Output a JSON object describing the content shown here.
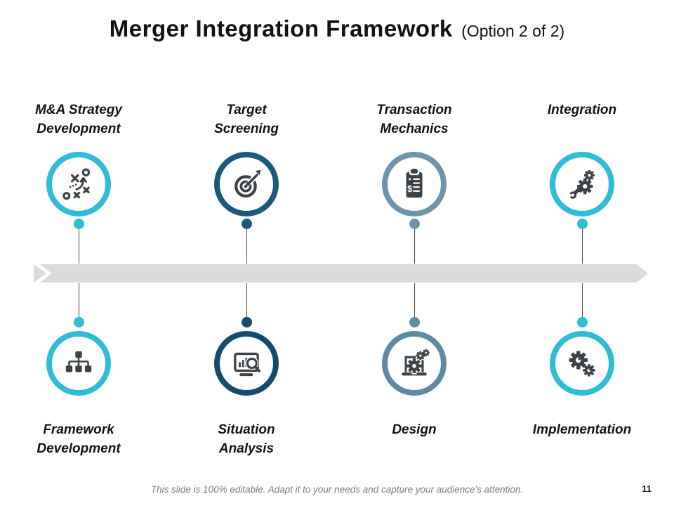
{
  "slide": {
    "title": "Merger Integration Framework",
    "title_suffix": "(Option 2 of 2)",
    "footer_note": "This slide is 100% editable. Adapt it to your needs and capture your audience's attention.",
    "page_number": "11"
  },
  "colors": {
    "cyan": "#2EBCD6",
    "dark_blue": "#1B5A7D",
    "navy": "#154B6E",
    "slate_blue": "#6E94A9",
    "slate_blue_dark": "#5F8AA3",
    "icon_gray": "#3D4247",
    "band_gray": "#DBDBDB",
    "footer_gray": "#7E7E7E",
    "text_black": "#121212"
  },
  "timeline": {
    "shape": "horizontal-arrow-band",
    "direction": "right",
    "band_color": "#DBDBDB"
  },
  "columns": [
    {
      "top_label": "M&A Strategy\nDevelopment",
      "top_icon": "strategy-icon",
      "top_color": "#2EBCD6",
      "bottom_label": "Framework\nDevelopment",
      "bottom_icon": "org-chart-icon",
      "bottom_color": "#2EBCD6"
    },
    {
      "top_label": "Target\nScreening",
      "top_icon": "target-icon",
      "top_color": "#1B5A7D",
      "bottom_label": "Situation\nAnalysis",
      "bottom_icon": "monitor-analysis-icon",
      "bottom_color": "#154B6E"
    },
    {
      "top_label": "Transaction\nMechanics",
      "top_icon": "clipboard-dollar-icon",
      "top_icon_glyph": "$",
      "top_color": "#6E94A9",
      "bottom_label": "Design",
      "bottom_icon": "laptop-gears-icon",
      "bottom_color": "#5F8AA3"
    },
    {
      "top_label": "Integration",
      "top_icon": "integration-gears-wrench-icon",
      "top_color": "#2EBCD6",
      "bottom_label": "Implementation",
      "bottom_icon": "gears-icon",
      "bottom_color": "#2EBCD6"
    }
  ]
}
